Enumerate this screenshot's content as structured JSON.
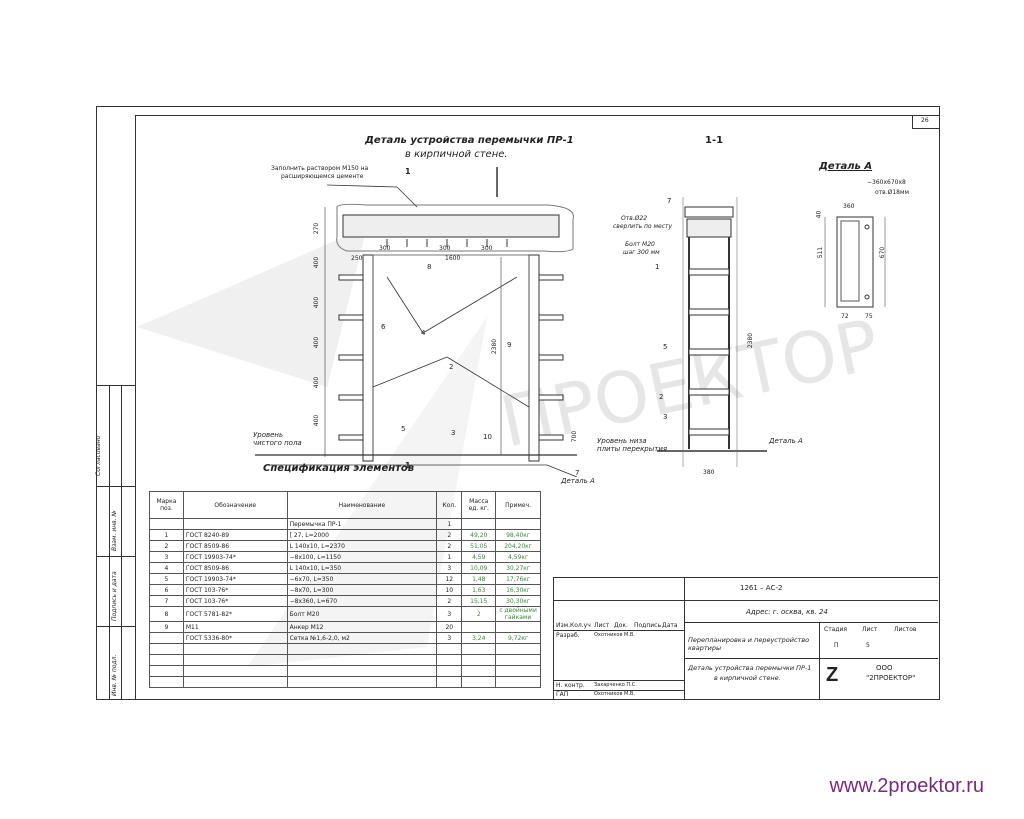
{
  "sheet": {
    "page_number": "26",
    "title_line1": "Деталь устройства перемычки ПР-1",
    "title_line2": "в кирпичной стене.",
    "section_title": "1-1",
    "detail_title": "Деталь А",
    "spec_title": "Спецификация элементов"
  },
  "drawing_labels": {
    "mortar_note_1": "Заполнить раствором М150 на",
    "mortar_note_2": "расширяющемся цементе",
    "section_mark": "1",
    "floor_level_1": "Уровень",
    "floor_level_2": "чистого пола",
    "ceiling_bottom_1": "Уровень низа",
    "ceiling_bottom_2": "плиты перекрытия",
    "hole_1": "Отв.Ø22",
    "hole_2": "сверлить по месту",
    "bolt_1": "Болт М20",
    "bolt_2": "шаг 300 мм",
    "detail_a_label": "Деталь А",
    "plate_label": "−360х670х8",
    "hole_18": "отв.Ø18мм",
    "dim_2380": "2380",
    "dim_1600": "1600",
    "dim_300": "300",
    "dim_250": "250",
    "dim_270": "270",
    "dim_380": "380",
    "dim_360": "360",
    "dim_670": "670",
    "dim_511": "511",
    "dim_40": "40",
    "dim_72": "72",
    "dim_75": "75",
    "dim_400": "400",
    "dim_700": "700",
    "pos_1": "1",
    "pos_2": "2",
    "pos_3": "3",
    "pos_4": "4",
    "pos_5": "5",
    "pos_6": "6",
    "pos_7": "7",
    "pos_8": "8",
    "pos_9": "9",
    "pos_10": "10"
  },
  "spec_table": {
    "headers": [
      "Марка поз.",
      "Обозначение",
      "Наименование",
      "Кол.",
      "Масса ед. кг.",
      "Примеч."
    ],
    "rows": [
      [
        "",
        "",
        "Перемычка ПР-1",
        "1",
        "",
        ""
      ],
      [
        "1",
        "ГОСТ 8240-89",
        "[ 27,    L=2000",
        "2",
        "49,20",
        "98,40кг"
      ],
      [
        "2",
        "ГОСТ 8509-86",
        "L 140х10,   L=2370",
        "2",
        "51,05",
        "204,20кг"
      ],
      [
        "3",
        "ГОСТ 19903-74*",
        "−8х100, L=1150",
        "1",
        "4,59",
        "4,59кг"
      ],
      [
        "4",
        "ГОСТ 8509-86",
        "L 140х10,   L=350",
        "3",
        "10,09",
        "30,27кг"
      ],
      [
        "5",
        "ГОСТ 19903-74*",
        "−6х70, L=350",
        "12",
        "1,48",
        "17,76кг"
      ],
      [
        "6",
        "ГОСТ 103-76*",
        "−8х70, L=300",
        "10",
        "1,63",
        "16,30кг"
      ],
      [
        "7",
        "ГОСТ 103-76*",
        "−8х360, L=670",
        "2",
        "15,15",
        "30,30кг"
      ],
      [
        "8",
        "ГОСТ 5781-82*",
        "Болт  М20",
        "3",
        "2",
        "с двойными гайками"
      ],
      [
        "9",
        "М11",
        "Анкер  М12",
        "20",
        "",
        ""
      ],
      [
        "",
        "ГОСТ 5336-80*",
        "Сетка №1,6-2,0,          м2",
        "3",
        "3,24",
        "9,72кг"
      ]
    ]
  },
  "stamp": {
    "code": "1261 – АС-2",
    "address": "Адрес: г.   осква, кв. 24",
    "col_izm": "Изм.",
    "col_kol": "Кол.уч",
    "col_list": "Лист",
    "col_doc": "Док.",
    "col_sign": "Подпись",
    "col_date": "Дата",
    "role_razrab": "Разраб.",
    "name_razrab": "Охотников М.В.",
    "role_nkontr": "Н. контр.",
    "name_nkontr": "Захарченко П.С.",
    "role_gap": "ГАП",
    "name_gap": "Охотников М.В.",
    "project_title": "Перепланировка и переустройство квартиры",
    "stage_label": "Стадия",
    "sheet_label": "Лист",
    "sheets_label": "Листов",
    "stage_value": "П",
    "sheet_value": "5",
    "drawing_title_1": "Деталь устройства перемычки ПР-1",
    "drawing_title_2": "в кирпичной стене.",
    "company": "ООО",
    "company_name": "\"2ПРОЕКТОР\""
  },
  "side_stamp": {
    "agreed": "Согласовано",
    "inv_replace": "Взам. инв. №",
    "sign_date": "Подпись и дата",
    "inv_orig": "Инв. № подл."
  },
  "watermark": "ПРОЕКТОР",
  "footer": {
    "url": "www.2proektor.ru"
  }
}
